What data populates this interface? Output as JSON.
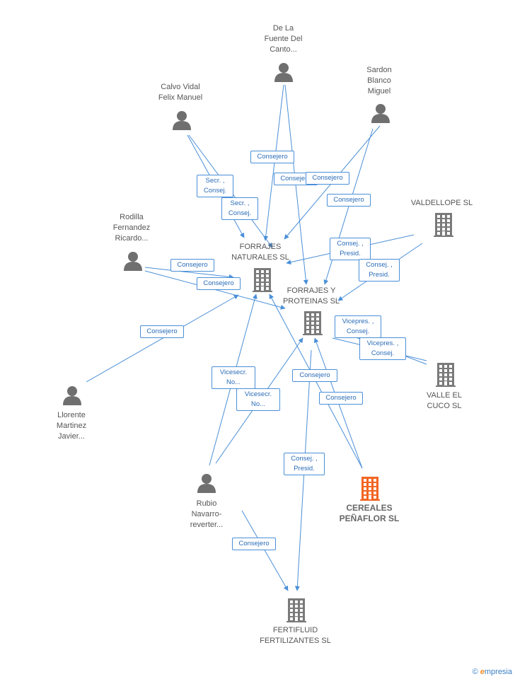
{
  "colors": {
    "edge": "#4a8fd8",
    "person": "#6f6f6f",
    "company": "#7a7a7a",
    "highlight": "#f26522"
  },
  "nodes": {
    "de_la_fuente": {
      "label": "De La\nFuente Del\nCanto...",
      "icon": "person-icon"
    },
    "calvo_vidal": {
      "label": "Calvo Vidal\nFelix Manuel",
      "icon": "person-icon"
    },
    "sardon_blanco": {
      "label": "Sardon\nBlanco\nMiguel",
      "icon": "person-icon"
    },
    "rodilla_fernandez": {
      "label": "Rodilla\nFernandez\nRicardo...",
      "icon": "person-icon"
    },
    "valdellope": {
      "label": "VALDELLOPE SL",
      "icon": "building-icon"
    },
    "forrajes_naturales": {
      "label": "FORRAJES\nNATURALES SL",
      "icon": "building-icon"
    },
    "forrajes_proteinas": {
      "label": "FORRAJES Y\nPROTEINAS SL",
      "icon": "building-icon"
    },
    "valle_el_cuco": {
      "label": "VALLE EL\nCUCO SL",
      "icon": "building-icon"
    },
    "llorente_martinez": {
      "label": "Llorente\nMartinez\nJavier...",
      "icon": "person-icon"
    },
    "rubio_navarro": {
      "label": "Rubio\nNavarro-\nreverter...",
      "icon": "person-icon"
    },
    "cereales_penaflor": {
      "label": "CEREALES\nPEÑAFLOR SL",
      "icon": "building-icon"
    },
    "fertifluid": {
      "label": "FERTIFLUID\nFERTILIZANTES SL",
      "icon": "building-icon"
    }
  },
  "edge_labels": {
    "e1": "Consejero",
    "e2": "Consejero",
    "e3": "Consejero",
    "e4": "Consejero",
    "e5": "Secr. ,\nConsej.",
    "e6": "Secr. ,\nConsej.",
    "e7": "Consej. ,\nPresid.",
    "e8": "Consej. ,\nPresid.",
    "e9": "Consejero",
    "e10": "Consejero",
    "e11": "Consejero",
    "e12": "Vicepres. ,\nConsej.",
    "e13": "Vicepres. ,\nConsej.",
    "e14": "Vicesecr.\nNo...",
    "e15": "Vicesecr.\nNo...",
    "e16": "Consejero",
    "e17": "Consejero",
    "e18": "Consej. ,\nPresid.",
    "e19": "Consejero"
  },
  "footer": {
    "copyright": "©",
    "brand_e": "e",
    "brand_rest": "mpresia"
  }
}
